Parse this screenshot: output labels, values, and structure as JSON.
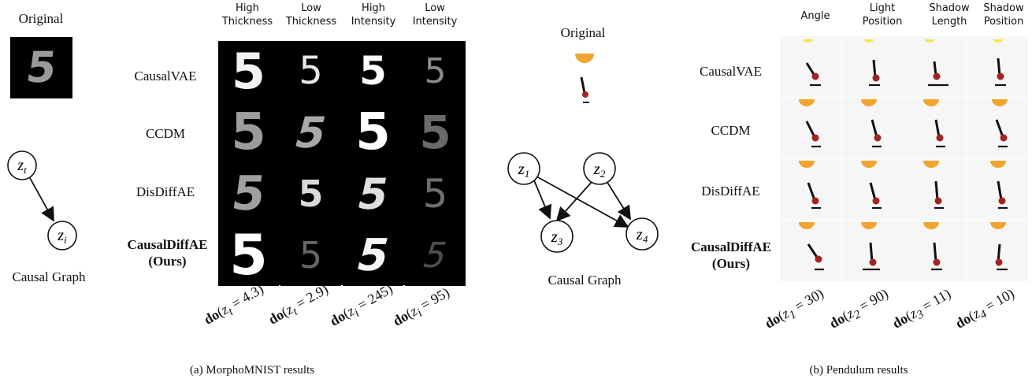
{
  "panel_a": {
    "original_label": "Original",
    "graph_nodes": [
      "z_t",
      "z_i"
    ],
    "graph_label": "Causal Graph",
    "column_headers": [
      [
        "High",
        "Thickness"
      ],
      [
        "Low",
        "Thickness"
      ],
      [
        "High",
        "Intensity"
      ],
      [
        "Low",
        "Intensity"
      ]
    ],
    "row_labels": [
      [
        "CausalVAE"
      ],
      [
        "CCDM"
      ],
      [
        "DisDiffAE"
      ],
      [
        "CausalDiffAE",
        "(Ours)"
      ]
    ],
    "interventions": [
      {
        "var": "z",
        "sub": "t",
        "value": "4.3"
      },
      {
        "var": "z",
        "sub": "t",
        "value": "2.9"
      },
      {
        "var": "z",
        "sub": "i",
        "value": "245"
      },
      {
        "var": "z",
        "sub": "i",
        "value": "95"
      }
    ],
    "caption": "(a) MorphoMNIST results",
    "digit_char": "5"
  },
  "panel_b": {
    "original_label": "Original",
    "graph_nodes": [
      "z_1",
      "z_2",
      "z_3",
      "z_4"
    ],
    "graph_label": "Causal Graph",
    "column_headers": [
      [
        "Angle"
      ],
      [
        "Light",
        "Position"
      ],
      [
        "Shadow",
        "Length"
      ],
      [
        "Shadow",
        "Position"
      ]
    ],
    "row_labels": [
      [
        "CausalVAE"
      ],
      [
        "CCDM"
      ],
      [
        "DisDiffAE"
      ],
      [
        "CausalDiffAE",
        "(Ours)"
      ]
    ],
    "interventions": [
      {
        "var": "z",
        "sub": "1",
        "value": "30"
      },
      {
        "var": "z",
        "sub": "2",
        "value": "90"
      },
      {
        "var": "z",
        "sub": "3",
        "value": "11"
      },
      {
        "var": "z",
        "sub": "4",
        "value": "10"
      }
    ],
    "caption": "(b) Pendulum results",
    "do_text": "do",
    "colors": {
      "light": "#f0a62e",
      "bob": "#a32222",
      "rod": "#111111",
      "bg": "#f6f6f6"
    }
  }
}
